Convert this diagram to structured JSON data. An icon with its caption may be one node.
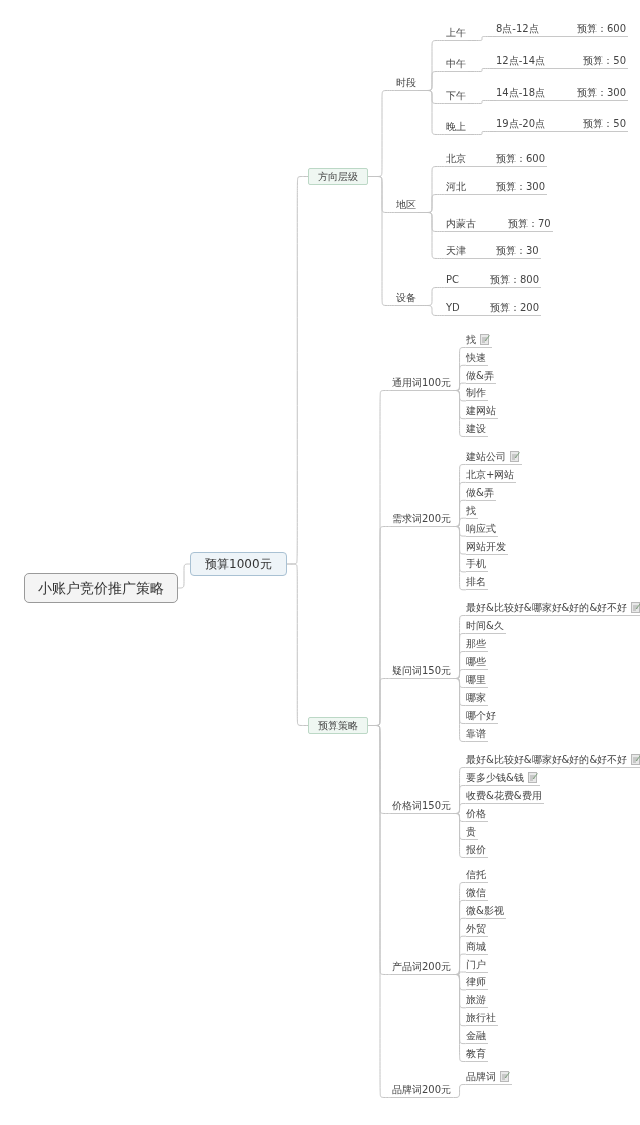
{
  "diagram": {
    "nodes": [
      {
        "text": [
          "小账户竞价推广策略"
        ]
      },
      {
        "text": [
          "预算1000元"
        ]
      },
      {
        "text": [
          "方向层级"
        ]
      },
      {
        "text": [
          "时段"
        ]
      },
      {
        "text": [
          "上午"
        ]
      },
      {
        "text": [
          "8点-12点",
          "预算：600"
        ]
      },
      {
        "text": [
          "中午"
        ]
      },
      {
        "text": [
          "12点-14点",
          "预算：50"
        ]
      },
      {
        "text": [
          "下午"
        ]
      },
      {
        "text": [
          "14点-18点",
          "预算：300"
        ]
      },
      {
        "text": [
          "晚上"
        ]
      },
      {
        "text": [
          "19点-20点",
          "预算：50"
        ]
      },
      {
        "text": [
          "地区"
        ]
      },
      {
        "text": [
          "北京",
          "预算：600"
        ]
      },
      {
        "text": [
          "河北",
          "预算：300"
        ]
      },
      {
        "text": [
          "内蒙古",
          "预算：70"
        ]
      },
      {
        "text": [
          "天津",
          "预算：30"
        ]
      },
      {
        "text": [
          "设备"
        ]
      },
      {
        "text": [
          "PC",
          "预算：800"
        ]
      },
      {
        "text": [
          "YD",
          "预算：200"
        ]
      },
      {
        "text": [
          "预算策略"
        ]
      },
      {
        "text": [
          "通用词100元"
        ]
      },
      {
        "text": [
          "找"
        ]
      },
      {
        "text": [
          "快速"
        ]
      },
      {
        "text": [
          "做&弄"
        ]
      },
      {
        "text": [
          "制作"
        ]
      },
      {
        "text": [
          "建网站"
        ]
      },
      {
        "text": [
          "建设"
        ]
      },
      {
        "text": [
          "需求词200元"
        ]
      },
      {
        "text": [
          "建站公司"
        ]
      },
      {
        "text": [
          "北京+网站"
        ]
      },
      {
        "text": [
          "做&弄"
        ]
      },
      {
        "text": [
          "找"
        ]
      },
      {
        "text": [
          "响应式"
        ]
      },
      {
        "text": [
          "网站开发"
        ]
      },
      {
        "text": [
          "手机"
        ]
      },
      {
        "text": [
          "排名"
        ]
      },
      {
        "text": [
          "疑问词150元"
        ]
      },
      {
        "text": [
          "最好&比较好&哪家好&好的&好不好"
        ]
      },
      {
        "text": [
          "时间&久"
        ]
      },
      {
        "text": [
          "那些"
        ]
      },
      {
        "text": [
          "哪些"
        ]
      },
      {
        "text": [
          "哪里"
        ]
      },
      {
        "text": [
          "哪家"
        ]
      },
      {
        "text": [
          "哪个好"
        ]
      },
      {
        "text": [
          "靠谱"
        ]
      },
      {
        "text": [
          "价格词150元"
        ]
      },
      {
        "text": [
          "最好&比较好&哪家好&好的&好不好"
        ]
      },
      {
        "text": [
          "要多少钱&钱"
        ]
      },
      {
        "text": [
          "收费&花费&费用"
        ]
      },
      {
        "text": [
          "价格"
        ]
      },
      {
        "text": [
          "贵"
        ]
      },
      {
        "text": [
          "报价"
        ]
      },
      {
        "text": [
          "产品词200元"
        ]
      },
      {
        "text": [
          "信托"
        ]
      },
      {
        "text": [
          "微信"
        ]
      },
      {
        "text": [
          "微&影视"
        ]
      },
      {
        "text": [
          "外贸"
        ]
      },
      {
        "text": [
          "商城"
        ]
      },
      {
        "text": [
          "门户"
        ]
      },
      {
        "text": [
          "律师"
        ]
      },
      {
        "text": [
          "旅游"
        ]
      },
      {
        "text": [
          "旅行社"
        ]
      },
      {
        "text": [
          "金融"
        ]
      },
      {
        "text": [
          "教育"
        ]
      },
      {
        "text": [
          "品牌词200元"
        ]
      },
      {
        "text": [
          "品牌词"
        ]
      }
    ],
    "edges": [
      {
        "from": 0,
        "to": 1,
        "arrow": "none"
      },
      {
        "from": 1,
        "to": 2,
        "arrow": "none"
      },
      {
        "from": 1,
        "to": 20,
        "arrow": "none"
      },
      {
        "from": 2,
        "to": 3,
        "arrow": "none"
      },
      {
        "from": 2,
        "to": 12,
        "arrow": "none"
      },
      {
        "from": 2,
        "to": 17,
        "arrow": "none"
      },
      {
        "from": 3,
        "to": 4,
        "arrow": "none"
      },
      {
        "from": 3,
        "to": 6,
        "arrow": "none"
      },
      {
        "from": 3,
        "to": 8,
        "arrow": "none"
      },
      {
        "from": 3,
        "to": 10,
        "arrow": "none"
      },
      {
        "from": 4,
        "to": 5,
        "arrow": "none"
      },
      {
        "from": 6,
        "to": 7,
        "arrow": "none"
      },
      {
        "from": 8,
        "to": 9,
        "arrow": "none"
      },
      {
        "from": 10,
        "to": 11,
        "arrow": "none"
      },
      {
        "from": 12,
        "to": 13,
        "arrow": "none"
      },
      {
        "from": 12,
        "to": 14,
        "arrow": "none"
      },
      {
        "from": 12,
        "to": 15,
        "arrow": "none"
      },
      {
        "from": 12,
        "to": 16,
        "arrow": "none"
      },
      {
        "from": 17,
        "to": 18,
        "arrow": "none"
      },
      {
        "from": 17,
        "to": 19,
        "arrow": "none"
      },
      {
        "from": 20,
        "to": 21,
        "arrow": "none"
      },
      {
        "from": 20,
        "to": 28,
        "arrow": "none"
      },
      {
        "from": 20,
        "to": 37,
        "arrow": "none"
      },
      {
        "from": 20,
        "to": 46,
        "arrow": "none"
      },
      {
        "from": 20,
        "to": 53,
        "arrow": "none"
      },
      {
        "from": 20,
        "to": 65,
        "arrow": "none"
      },
      {
        "from": 21,
        "to": 22,
        "arrow": "none"
      },
      {
        "from": 21,
        "to": 23,
        "arrow": "none"
      },
      {
        "from": 21,
        "to": 24,
        "arrow": "none"
      },
      {
        "from": 21,
        "to": 25,
        "arrow": "none"
      },
      {
        "from": 21,
        "to": 26,
        "arrow": "none"
      },
      {
        "from": 21,
        "to": 27,
        "arrow": "none"
      },
      {
        "from": 28,
        "to": 29,
        "arrow": "none"
      },
      {
        "from": 28,
        "to": 30,
        "arrow": "none"
      },
      {
        "from": 28,
        "to": 31,
        "arrow": "none"
      },
      {
        "from": 28,
        "to": 32,
        "arrow": "none"
      },
      {
        "from": 28,
        "to": 33,
        "arrow": "none"
      },
      {
        "from": 28,
        "to": 34,
        "arrow": "none"
      },
      {
        "from": 28,
        "to": 35,
        "arrow": "none"
      },
      {
        "from": 28,
        "to": 36,
        "arrow": "none"
      },
      {
        "from": 37,
        "to": 38,
        "arrow": "none"
      },
      {
        "from": 37,
        "to": 39,
        "arrow": "none"
      },
      {
        "from": 37,
        "to": 40,
        "arrow": "none"
      },
      {
        "from": 37,
        "to": 41,
        "arrow": "none"
      },
      {
        "from": 37,
        "to": 42,
        "arrow": "none"
      },
      {
        "from": 37,
        "to": 43,
        "arrow": "none"
      },
      {
        "from": 37,
        "to": 44,
        "arrow": "none"
      },
      {
        "from": 37,
        "to": 45,
        "arrow": "none"
      },
      {
        "from": 46,
        "to": 47,
        "arrow": "none"
      },
      {
        "from": 46,
        "to": 48,
        "arrow": "none"
      },
      {
        "from": 46,
        "to": 49,
        "arrow": "none"
      },
      {
        "from": 46,
        "to": 50,
        "arrow": "none"
      },
      {
        "from": 46,
        "to": 51,
        "arrow": "none"
      },
      {
        "from": 46,
        "to": 52,
        "arrow": "none"
      },
      {
        "from": 53,
        "to": 54,
        "arrow": "none"
      },
      {
        "from": 53,
        "to": 55,
        "arrow": "none"
      },
      {
        "from": 53,
        "to": 56,
        "arrow": "none"
      },
      {
        "from": 53,
        "to": 57,
        "arrow": "none"
      },
      {
        "from": 53,
        "to": 58,
        "arrow": "none"
      },
      {
        "from": 53,
        "to": 59,
        "arrow": "none"
      },
      {
        "from": 53,
        "to": 60,
        "arrow": "none"
      },
      {
        "from": 53,
        "to": 61,
        "arrow": "none"
      },
      {
        "from": 53,
        "to": 62,
        "arrow": "none"
      },
      {
        "from": 53,
        "to": 63,
        "arrow": "none"
      },
      {
        "from": 53,
        "to": 64,
        "arrow": "none"
      },
      {
        "from": 65,
        "to": 66,
        "arrow": "none"
      }
    ]
  }
}
